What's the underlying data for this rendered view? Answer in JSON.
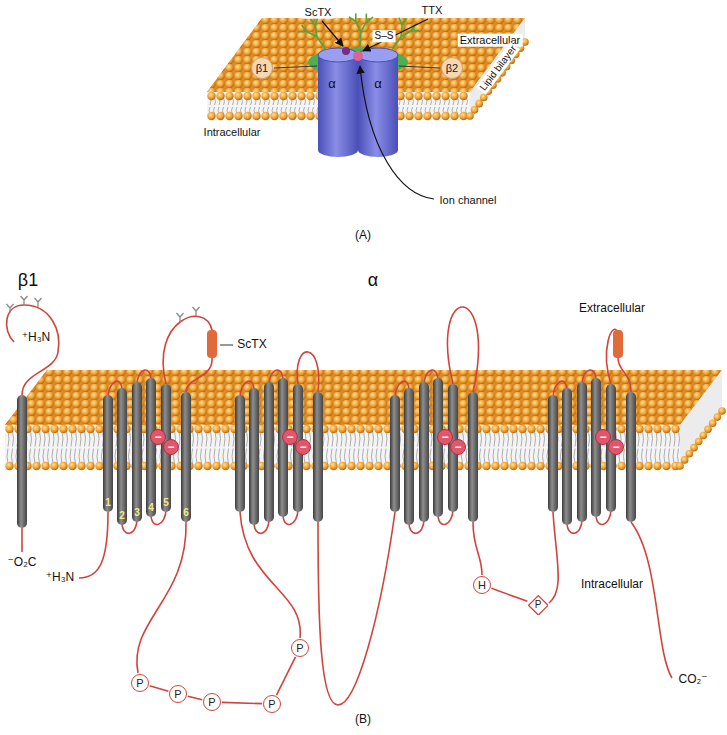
{
  "diagram": {
    "nodes": [
      {
        "text": [
          "β1"
        ]
      },
      {
        "text": [
          "β2"
        ]
      },
      {
        "text": [
          "−"
        ]
      },
      {
        "text": [
          "−"
        ]
      },
      {
        "text": [
          "−"
        ]
      },
      {
        "text": [
          "−"
        ]
      },
      {
        "text": [
          "−"
        ]
      },
      {
        "text": [
          "−"
        ]
      },
      {
        "text": [
          "−"
        ]
      },
      {
        "text": [
          "−"
        ]
      },
      {
        "text": [
          "H"
        ]
      },
      {
        "text": [
          "P"
        ]
      },
      {
        "text": [
          "P"
        ]
      },
      {
        "text": [
          "P"
        ]
      },
      {
        "text": [
          "P"
        ]
      },
      {
        "text": [
          "P"
        ]
      },
      {
        "text": [
          "P"
        ]
      }
    ],
    "edges": [
      {
        "from": 13,
        "to": 14,
        "arrow": "none"
      },
      {
        "from": 14,
        "to": 15,
        "arrow": "none"
      },
      {
        "from": 15,
        "to": 16,
        "arrow": "none"
      },
      {
        "from": 16,
        "to": 12,
        "arrow": "none"
      },
      {
        "from": 10,
        "to": 11,
        "arrow": "none"
      }
    ],
    "labels": [
      "ScTX",
      "TTX",
      "S–S",
      "Extracellular",
      "α",
      "α",
      "Lipid bilayer",
      "Intracellular",
      "Ion channel",
      "(A)",
      "β1",
      "α",
      "Extracellular",
      "⁺H₃N",
      "ScTX",
      "1",
      "2",
      "3",
      "4",
      "5",
      "6",
      "⁻O₂C",
      "⁺H₃N",
      "Intracellular",
      "CO₂⁻",
      "(B)"
    ]
  }
}
